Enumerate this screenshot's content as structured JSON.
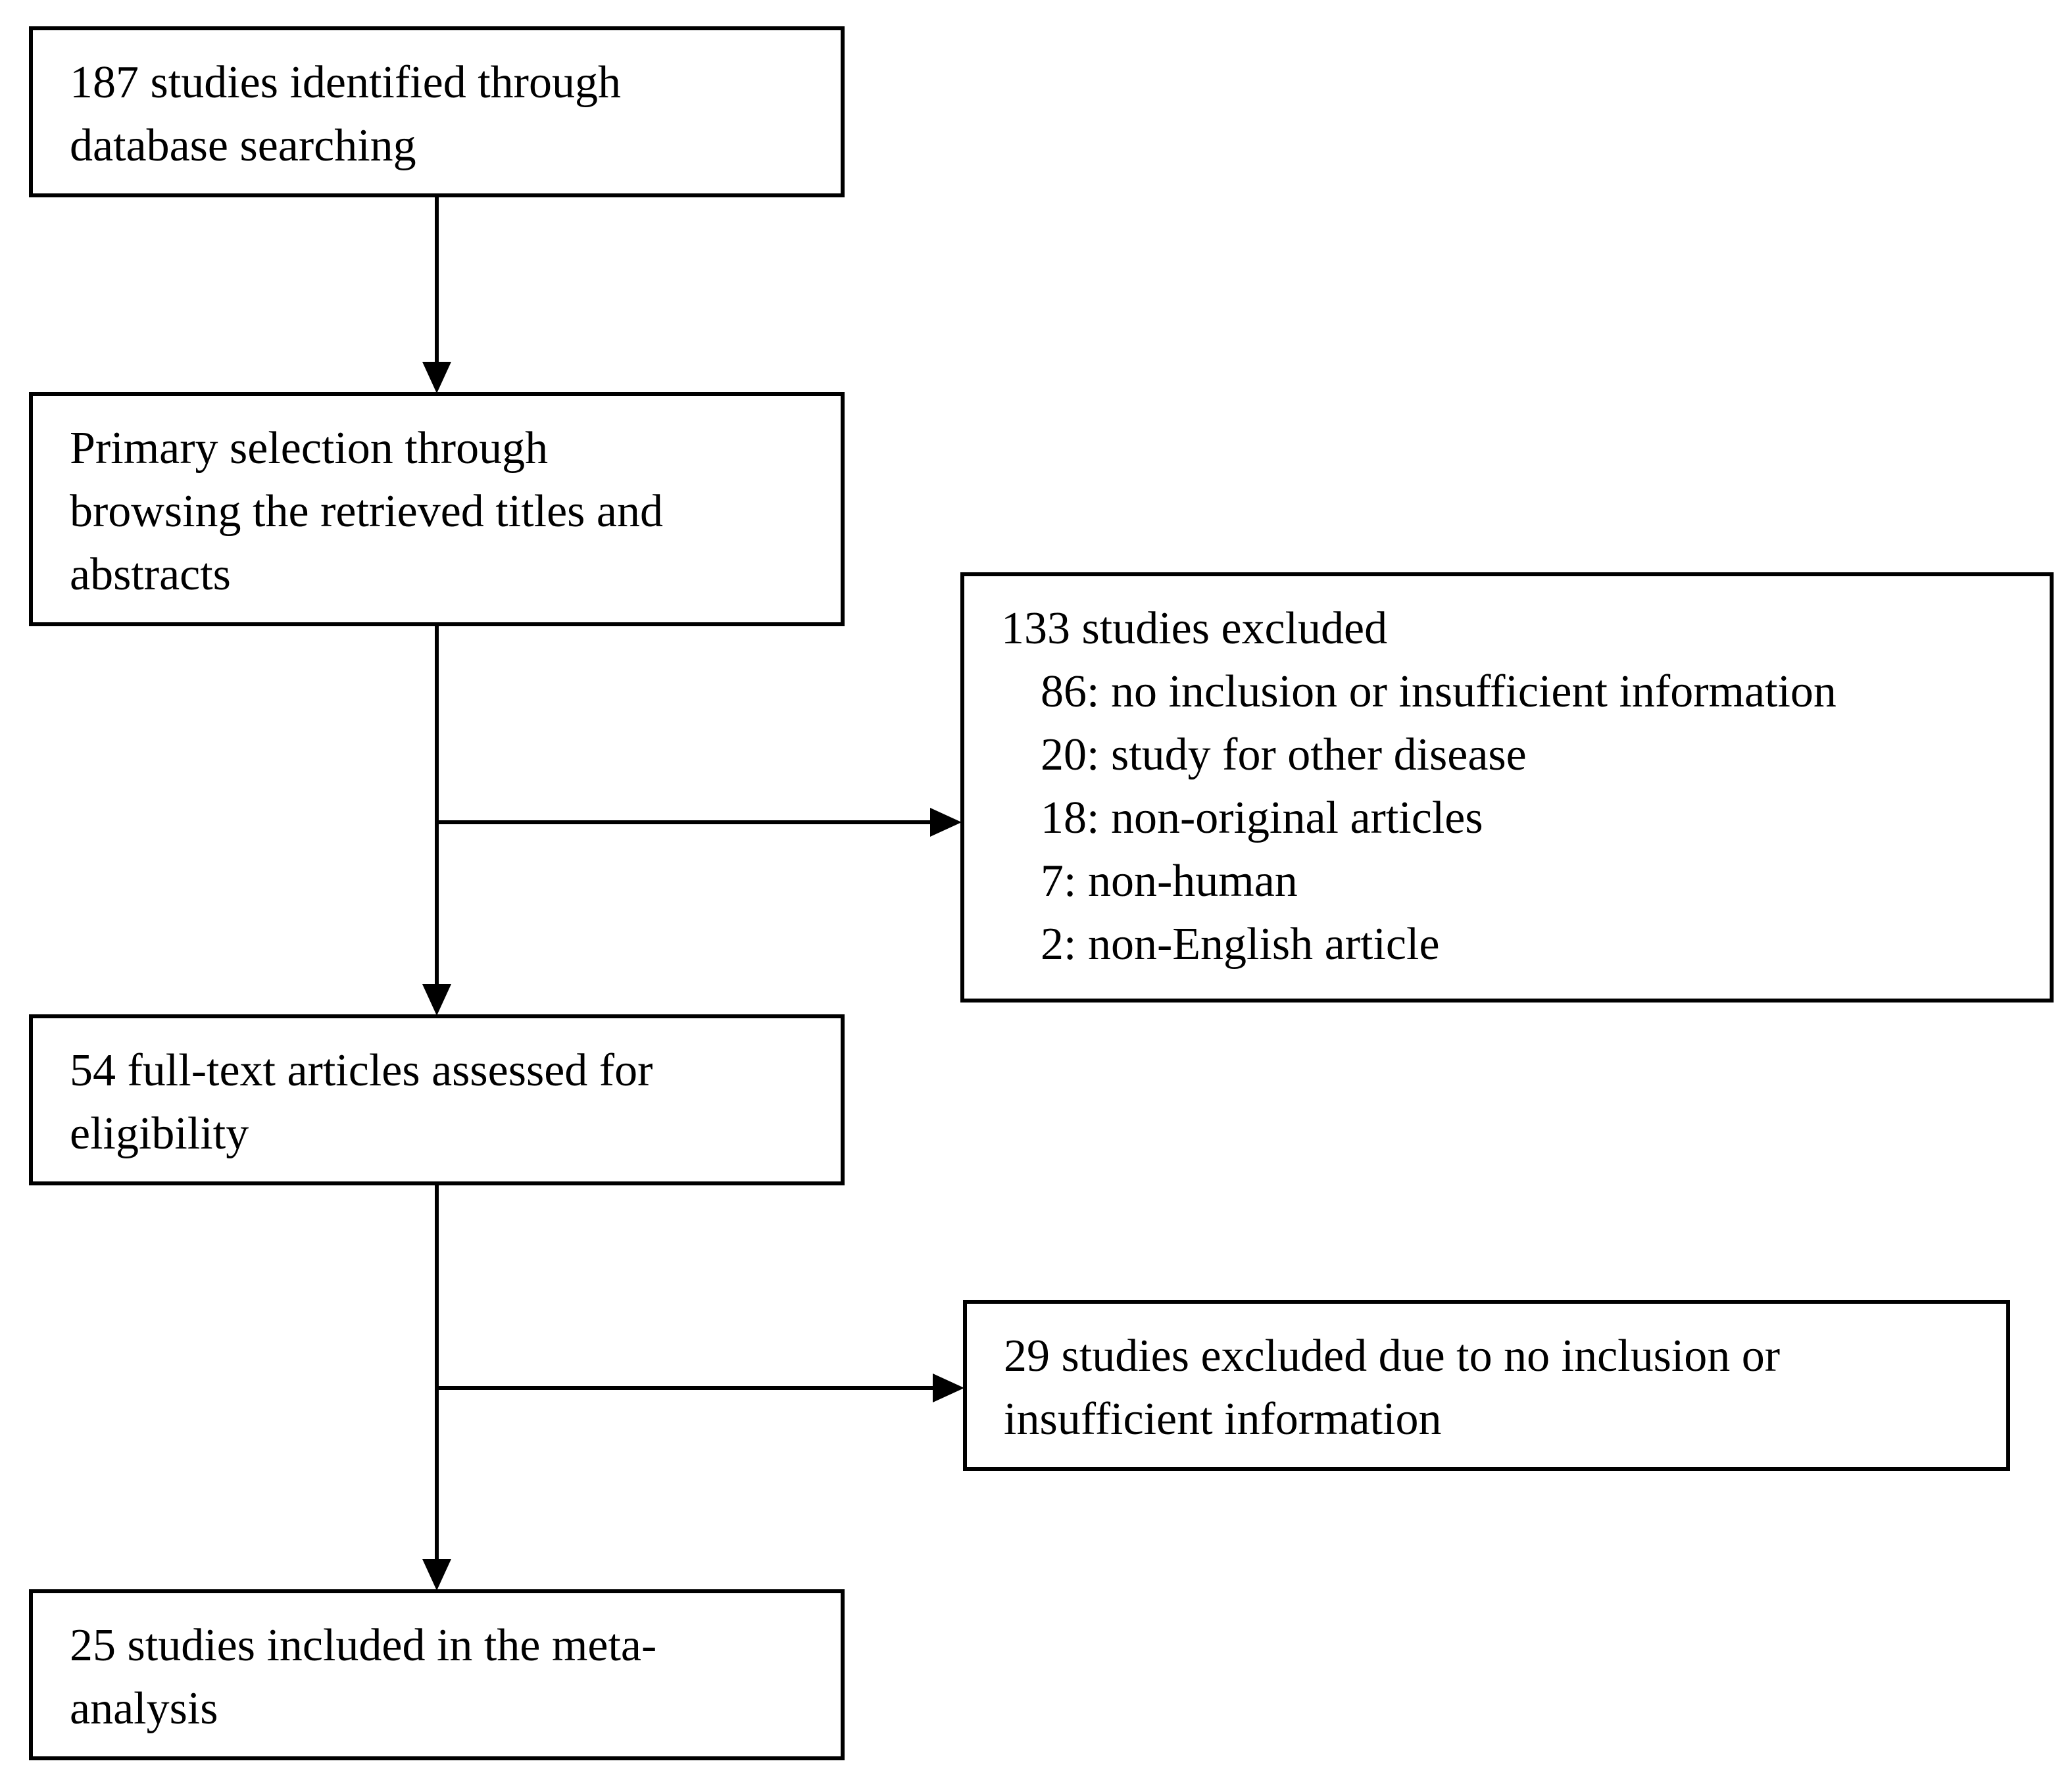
{
  "boxes": {
    "identified": {
      "lines": [
        "187 studies identified through",
        "database searching"
      ]
    },
    "primary_selection": {
      "lines": [
        "Primary selection through",
        "browsing the retrieved titles and",
        "abstracts"
      ]
    },
    "full_text": {
      "lines": [
        "54 full-text articles assessed for",
        "eligibility"
      ]
    },
    "included": {
      "lines": [
        "25 studies included in the meta-",
        "analysis"
      ]
    },
    "excluded_first": {
      "title": "133 studies excluded",
      "reasons": [
        "86: no inclusion or insufficient information",
        "20: study for other disease",
        "18: non-original articles",
        "7: non-human",
        "2: non-English article"
      ]
    },
    "excluded_second": {
      "lines": [
        "29 studies excluded due to no inclusion or",
        "insufficient information"
      ]
    }
  },
  "colors": {
    "stroke": "#000000",
    "background": "#ffffff"
  }
}
